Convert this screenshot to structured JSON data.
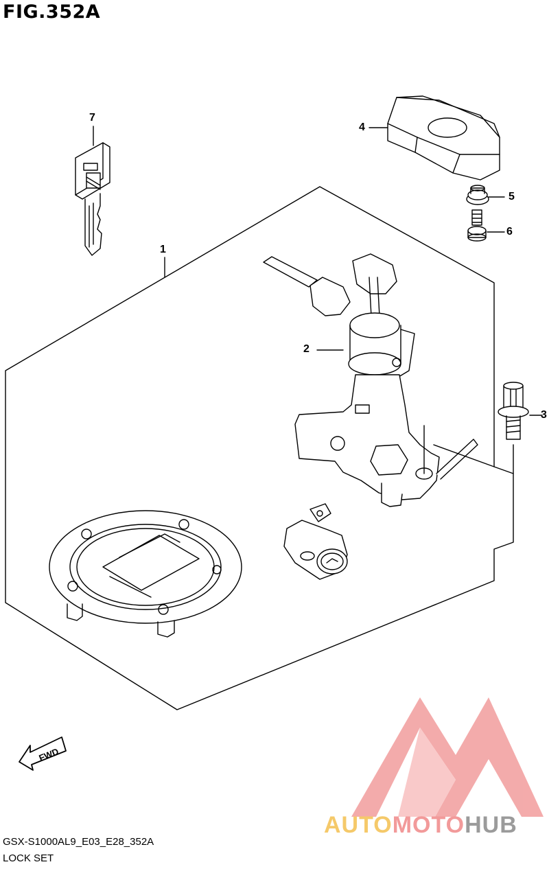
{
  "figure": {
    "title": "FIG.352A"
  },
  "callouts": [
    {
      "id": "c1",
      "number": "1"
    },
    {
      "id": "c2",
      "number": "2"
    },
    {
      "id": "c3",
      "number": "3"
    },
    {
      "id": "c4",
      "number": "4"
    },
    {
      "id": "c5",
      "number": "5"
    },
    {
      "id": "c6",
      "number": "6"
    },
    {
      "id": "c7",
      "number": "7"
    }
  ],
  "direction_arrow": {
    "label": "FWD"
  },
  "footer": {
    "model_code": "GSX-S1000AL9_E03_E28_352A",
    "section_name": "LOCK SET"
  },
  "watermark": {
    "part1": "AUTO",
    "part2": "MOTO",
    "part3": "HUB",
    "colors": {
      "auto": "#f5c96a",
      "moto": "#f29a9a",
      "hub": "#9b9b9b",
      "triangle": "#f08f8f"
    }
  }
}
